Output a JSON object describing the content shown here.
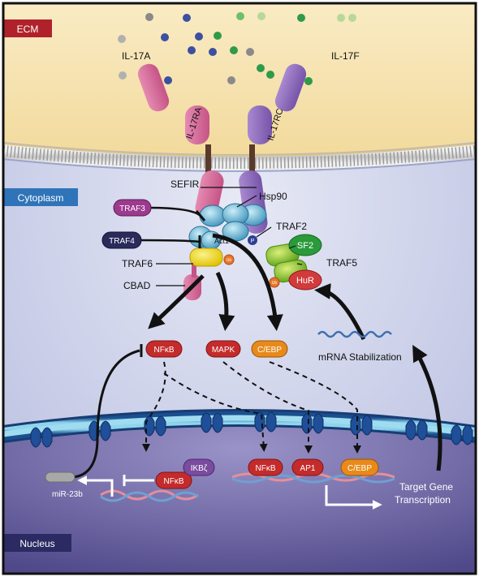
{
  "regions": {
    "ecm": "ECM",
    "cytoplasm": "Cytoplasm",
    "nucleus": "Nucleus"
  },
  "ligands": {
    "il17a": "IL-17A",
    "il17f": "IL-17F"
  },
  "receptors": {
    "il17ra": "IL-17RA",
    "il17rc": "IL-17RC"
  },
  "domains": {
    "sefir": "SEFIR",
    "hsp90": "Hsp90",
    "act1": "Act1",
    "cbad": "CBAD",
    "p": "P",
    "ub": "Ub"
  },
  "adaptors": {
    "traf3": "TRAF3",
    "traf4": "TRAF4",
    "traf6": "TRAF6",
    "traf2": "TRAF2",
    "traf5": "TRAF5",
    "sf2": "SF2",
    "hur": "HuR"
  },
  "transcription_factors": {
    "nfkb": "NFκB",
    "mapk": "MAPK",
    "cebp": "C/EBP",
    "ap1": "AP1",
    "ikbz": "IKBζ"
  },
  "labels": {
    "mrna_stabilization": "mRNA Stabilization",
    "mir23b": "miR-23b",
    "target_gene_line1": "Target Gene",
    "target_gene_line2": "Transcription"
  },
  "colors": {
    "ecm_bg": "#f6e3b0",
    "cytoplasm_bg": "#cdd2ea",
    "nucleus_bg": "#6c63a6",
    "nfkb": "#c42b2b",
    "mapk": "#c42b2b",
    "cebp": "#e88a1a",
    "traf3": "#9c3a8e",
    "traf4": "#2a2a5c",
    "ikbz": "#7a4b9e",
    "il17ra": "#d46a9a",
    "il17rc": "#8e6cb8"
  }
}
